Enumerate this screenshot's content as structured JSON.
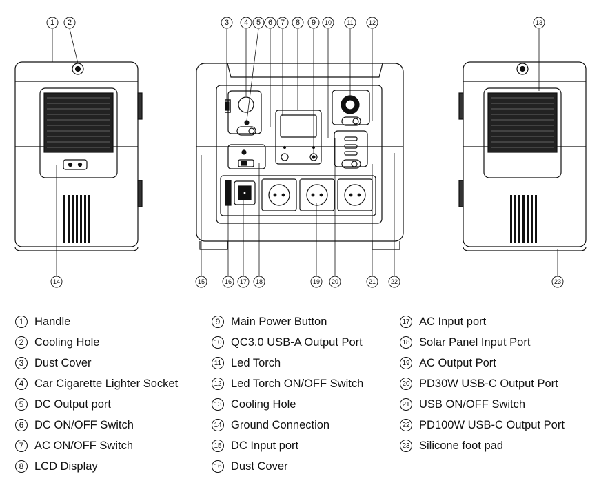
{
  "callouts": {
    "n1": "1",
    "n2": "2",
    "n3": "3",
    "n4": "4",
    "n5": "5",
    "n6": "6",
    "n7": "7",
    "n8": "8",
    "n9": "9",
    "n10": "10",
    "n11": "11",
    "n12": "12",
    "n13": "13",
    "n14": "14",
    "n15": "15",
    "n16": "16",
    "n17": "17",
    "n18": "18",
    "n19": "19",
    "n20": "20",
    "n21": "21",
    "n22": "22",
    "n23": "23"
  },
  "legend": {
    "col1": [
      {
        "num": "1",
        "label": "Handle"
      },
      {
        "num": "2",
        "label": "Cooling Hole"
      },
      {
        "num": "3",
        "label": "Dust Cover"
      },
      {
        "num": "4",
        "label": "Car Cigarette Lighter Socket"
      },
      {
        "num": "5",
        "label": "DC Output port"
      },
      {
        "num": "6",
        "label": "DC ON/OFF Switch"
      },
      {
        "num": "7",
        "label": "AC ON/OFF Switch"
      },
      {
        "num": "8",
        "label": "LCD Display"
      }
    ],
    "col2": [
      {
        "num": "9",
        "label": "Main Power Button"
      },
      {
        "num": "10",
        "label": "QC3.0 USB-A Output Port"
      },
      {
        "num": "11",
        "label": "Led Torch"
      },
      {
        "num": "12",
        "label": "Led Torch ON/OFF Switch"
      },
      {
        "num": "13",
        "label": "Cooling Hole"
      },
      {
        "num": "14",
        "label": "Ground Connection"
      },
      {
        "num": "15",
        "label": "DC Input port"
      },
      {
        "num": "16",
        "label": "Dust Cover"
      }
    ],
    "col3": [
      {
        "num": "17",
        "label": "AC Input port"
      },
      {
        "num": "18",
        "label": "Solar Panel Input Port"
      },
      {
        "num": "19",
        "label": "AC Output  Port"
      },
      {
        "num": "20",
        "label": "PD30W USB-C Output Port"
      },
      {
        "num": "21",
        "label": "USB ON/OFF Switch"
      },
      {
        "num": "22",
        "label": "PD100W USB-C Output Port"
      },
      {
        "num": "23",
        "label": "Silicone foot pad"
      }
    ]
  }
}
